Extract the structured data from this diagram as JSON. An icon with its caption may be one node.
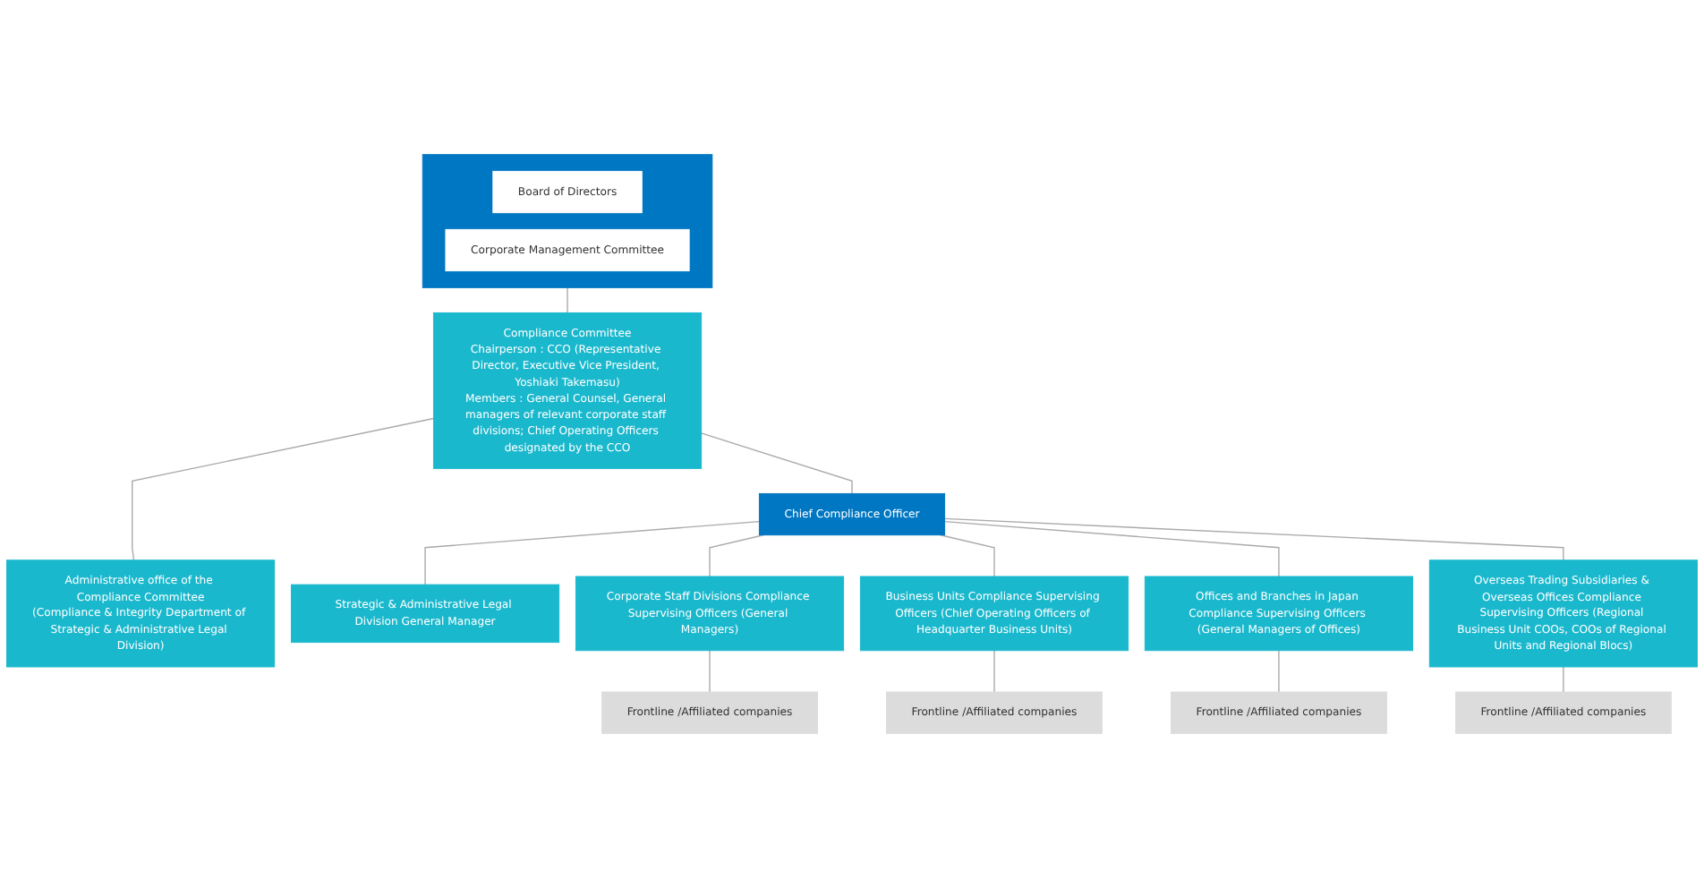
{
  "diagram": {
    "nodes": [
      {
        "text": [],
        "shape": "box"
      },
      {
        "text": [
          "Board of Directors"
        ],
        "in": 0
      },
      {
        "text": [
          "Corporate Management Committee"
        ],
        "in": 0
      },
      {
        "text": [
          "Compliance Committee",
          "Chairperson : CCO (Representative Director, Executive Vice President, Yoshiaki Takemasu)",
          "Members : General Counsel, General managers of relevant corporate staff divisions; Chief Operating Officers designated by the CCO"
        ]
      },
      {
        "text": [
          "Chief Compliance Officer"
        ]
      },
      {
        "text": [
          "Administrative office of the Compliance Committee",
          "(Compliance & Integrity Department of Strategic & Administrative Legal Division)"
        ]
      },
      {
        "text": [
          "Strategic & Administrative Legal Division General Manager"
        ]
      },
      {
        "text": [
          "Corporate Staff Divisions Compliance Supervising Officers (General Managers)"
        ]
      },
      {
        "text": [
          "Business Units Compliance Supervising Officers (Chief Operating Officers of Headquarter Business Units)"
        ]
      },
      {
        "text": [
          "Offices and Branches in Japan Compliance Supervising Officers (General Managers of Offices)"
        ]
      },
      {
        "text": [
          "Overseas Trading Subsidiaries & Overseas Offices Compliance Supervising Officers (Regional Business Unit COOs, COOs of Regional Units and Regional Blocs)"
        ]
      },
      {
        "text": [
          "Frontline /Affiliated companies"
        ]
      },
      {
        "text": [
          "Frontline /Affiliated companies"
        ]
      },
      {
        "text": [
          "Frontline /Affiliated companies"
        ]
      },
      {
        "text": [
          "Frontline /Affiliated companies"
        ]
      }
    ],
    "edges": [
      {
        "from": 0,
        "to": 3,
        "arrow": "none"
      },
      {
        "from": 3,
        "to": 4,
        "arrow": "none"
      },
      {
        "from": 3,
        "to": 5,
        "arrow": "none"
      },
      {
        "from": 4,
        "to": 6,
        "arrow": "none"
      },
      {
        "from": 4,
        "to": 7,
        "arrow": "none"
      },
      {
        "from": 4,
        "to": 8,
        "arrow": "none"
      },
      {
        "from": 4,
        "to": 9,
        "arrow": "none"
      },
      {
        "from": 4,
        "to": 10,
        "arrow": "none"
      },
      {
        "from": 7,
        "to": 11,
        "arrow": "none"
      },
      {
        "from": 8,
        "to": 12,
        "arrow": "none"
      },
      {
        "from": 9,
        "to": 13,
        "arrow": "none"
      },
      {
        "from": 10,
        "to": 14,
        "arrow": "none"
      }
    ]
  }
}
